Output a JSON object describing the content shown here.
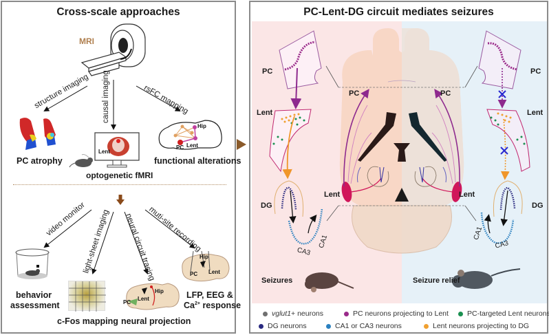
{
  "left_panel": {
    "title": "Cross-scale approaches",
    "mri_label": "MRI",
    "mri_label_color": "#b08050",
    "top_arrows": [
      {
        "label": "structure imaging"
      },
      {
        "label": "causal imaging"
      },
      {
        "label": "rsFC mapping"
      }
    ],
    "top_results": [
      {
        "label": "PC atrophy"
      },
      {
        "label": "optogenetic fMRI",
        "inset_label": "Lent"
      },
      {
        "label": "functional alterations",
        "inset_labels": [
          "Hip",
          "PC",
          "Lent"
        ]
      }
    ],
    "bottom_arrows": [
      {
        "label": "video monitor"
      },
      {
        "label": "light-sheet imaging"
      },
      {
        "label": "neural circuit tracing"
      },
      {
        "label": "muti-site recording"
      }
    ],
    "bottom_results": [
      {
        "label_line1": "behavior",
        "label_line2": "assessment"
      },
      {
        "label": "c-Fos mapping"
      },
      {
        "label": "neural projection",
        "inset_labels": [
          "PC",
          "Lent",
          "Hip"
        ]
      },
      {
        "label_line1": "LFP, EEG &",
        "label_line2_pre": "Ca",
        "label_line2_sup": "2+",
        "label_line2_post": " response",
        "inset_labels": [
          "Hip",
          "PC",
          "Lent"
        ]
      }
    ]
  },
  "right_panel": {
    "title": "PC-Lent-DG circuit mediates seizures",
    "left_condition": "Seizures",
    "right_condition": "Seizure relief",
    "region_labels": {
      "pc": "PC",
      "lent": "Lent",
      "dg": "DG",
      "ca1": "CA1",
      "ca3": "CA3"
    },
    "colors": {
      "seizure_bg": "#fbe6e6",
      "relief_bg": "#e6f1f8",
      "pc_arrow": "#8e2a8e",
      "lent_arrow": "#f0962a",
      "lent_region": "#d0165a",
      "block_x": "#2a2ad0"
    },
    "legend": [
      {
        "label": "vglut1+ neurons",
        "italic_part": "vglut1",
        "color": "#707070"
      },
      {
        "label": "PC neurons projecting to Lent",
        "color": "#9a2a8a"
      },
      {
        "label": "PC-targeted Lent neurons",
        "color": "#1a9050"
      },
      {
        "label": "DG neurons",
        "color": "#2a2a80"
      },
      {
        "label": "CA1 or CA3 neurons",
        "color": "#2a80c0"
      },
      {
        "label": "Lent neurons projecting to DG",
        "color": "#f0a030"
      }
    ]
  }
}
